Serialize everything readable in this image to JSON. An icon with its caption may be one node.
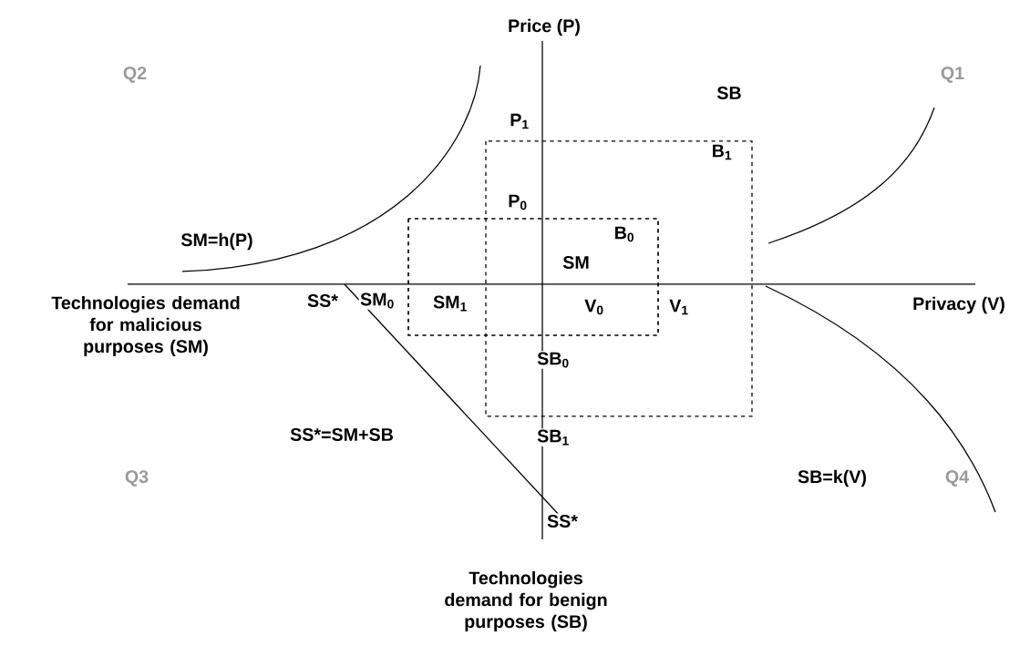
{
  "diagram": {
    "labels": [
      "Price (P)",
      "Q2",
      "Q1",
      "SB",
      "P$_{1}$",
      "B$_{1}$",
      "P$_{0}$",
      "SM=h(P)",
      "B$_{0}$",
      "SM",
      "Technologies demand for malicious purposes (SM)",
      "SS*",
      "SM$_{0}$",
      "SM$_{1}$",
      "V$_{0}$",
      "V$_{1}$",
      "Privacy (V)",
      "SB$_{0}$",
      "SS*=SM+SB",
      "SB$_{1}$",
      "Q3",
      "SB=k(V)",
      "Q4",
      "SS*",
      "Technologies demand for benign purposes (SB)"
    ]
  }
}
